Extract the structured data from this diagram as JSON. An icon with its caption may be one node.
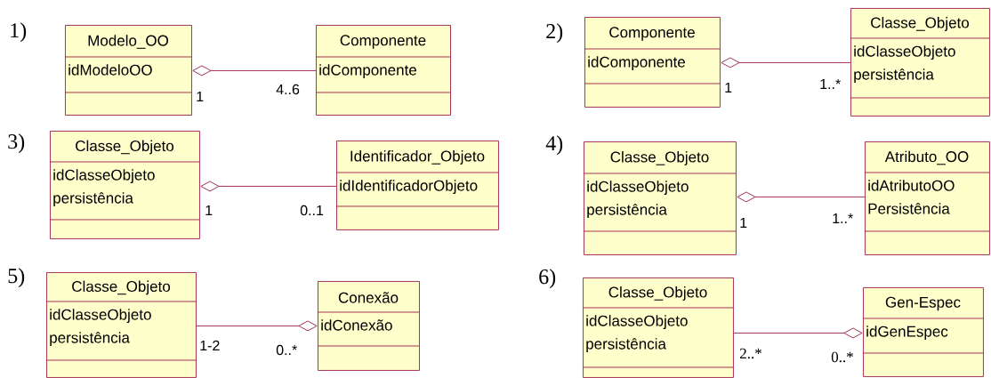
{
  "diagram": {
    "nodes": [
      {
        "text": [
          "Modelo_OO",
          "idModeloOO"
        ]
      },
      {
        "text": [
          "Componente",
          "idComponente"
        ]
      },
      {
        "text": [
          "Componente",
          "idComponente"
        ]
      },
      {
        "text": [
          "Classe_Objeto",
          "idClasseObjeto persistência"
        ]
      },
      {
        "text": [
          "Classe_Objeto",
          "idClasseObjeto persistência"
        ]
      },
      {
        "text": [
          "Identificador_Objeto",
          "idIdentificadorObjeto"
        ]
      },
      {
        "text": [
          "Classe_Objeto",
          "idClasseObjeto persistência"
        ]
      },
      {
        "text": [
          "Atributo_OO",
          "idAtributoOO Persistência"
        ]
      },
      {
        "text": [
          "Classe_Objeto",
          "idClasseObjeto persistência"
        ]
      },
      {
        "text": [
          "Conexão",
          "idConexão"
        ]
      },
      {
        "text": [
          "Classe_Objeto",
          "idClasseObjeto persistência"
        ]
      },
      {
        "text": [
          "Gen-Espec",
          "idGenEspec"
        ]
      }
    ],
    "edges": [
      {
        "from": 0,
        "to": 1,
        "arrow": "other"
      },
      {
        "from": 2,
        "to": 3,
        "arrow": "other"
      },
      {
        "from": 4,
        "to": 5,
        "arrow": "other"
      },
      {
        "from": 6,
        "to": 7,
        "arrow": "other"
      },
      {
        "from": 9,
        "to": 8,
        "arrow": "other"
      },
      {
        "from": 11,
        "to": 10,
        "arrow": "other"
      }
    ],
    "labels": [
      "1)",
      "1",
      "4..6",
      "2)",
      "1",
      "1..*",
      "3)",
      "1",
      "0..1",
      "4)",
      "1",
      "1..*",
      "5)",
      "1-2",
      "0..*",
      "6)",
      "2..*",
      "0..*"
    ]
  }
}
